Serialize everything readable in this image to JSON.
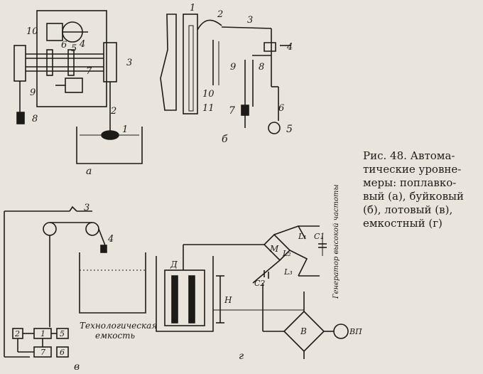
{
  "caption": {
    "lines": [
      "Рис. 48. Автома-",
      "тические уровне-",
      "меры: поплавко-",
      "вый (а), буйковый",
      "(б), лотовый (в),",
      "емкостный (г)"
    ]
  },
  "diagrams": {
    "a": {
      "letter": "а",
      "labels": [
        "1",
        "2",
        "3",
        "4",
        "5",
        "6",
        "7",
        "8",
        "9",
        "10"
      ]
    },
    "b": {
      "letter": "б",
      "labels": [
        "1",
        "2",
        "3",
        "4",
        "5",
        "6",
        "7",
        "8",
        "9",
        "10",
        "11"
      ]
    },
    "v": {
      "letter": "в",
      "labels": [
        "1",
        "2",
        "3",
        "4",
        "5",
        "6",
        "7"
      ],
      "vessel_label": [
        "Технологическая",
        "емкость"
      ]
    },
    "g": {
      "letter": "г",
      "labels": {
        "D": "Д",
        "H": "Н",
        "M": "М",
        "L1": "L₁",
        "L2": "L₂",
        "L3": "L₃",
        "C1": "C1",
        "C2": "C2",
        "B": "В",
        "VP": "ВП"
      },
      "generator_label": "Генератор высокой частоты"
    }
  },
  "colors": {
    "paper": "#e9e5dc",
    "ink": "#1d1b18"
  }
}
